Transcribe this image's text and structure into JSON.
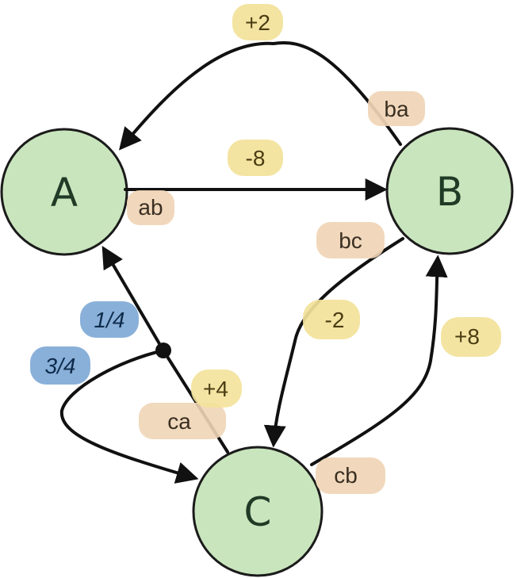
{
  "colors": {
    "node_fill": "#c9e5bd",
    "node_stroke": "#1b1b1b",
    "edge_stroke": "#111111",
    "tag_fill": "#f0d5b6",
    "weight_fill": "#f3e29a",
    "prob_fill": "#7fa9d6"
  },
  "nodes": {
    "a": "A",
    "b": "B",
    "c": "C"
  },
  "edge_names": {
    "ab": "ab",
    "ba": "ba",
    "bc": "bc",
    "cb": "cb",
    "ca": "ca"
  },
  "weights": {
    "ab": "-8",
    "ba": "+2",
    "bc": "-2",
    "cb": "+8",
    "ca": "+4"
  },
  "probabilities": {
    "to_a": "1/4",
    "to_c": "3/4"
  }
}
